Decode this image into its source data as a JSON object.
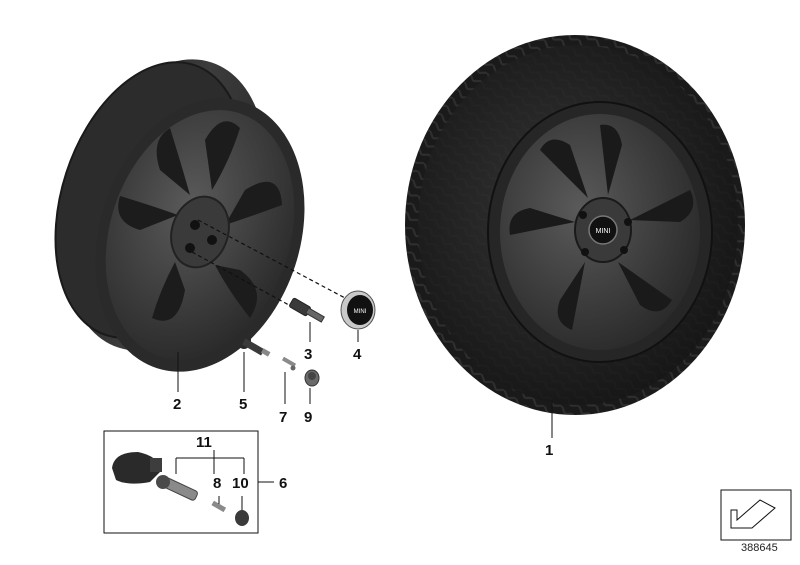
{
  "diagram": {
    "callouts": {
      "complete_wheel": "1",
      "rim": "2",
      "wheel_bolt": "3",
      "hub_cap": "4",
      "valve": "5",
      "tpms_kit": "6",
      "valve_insert": "7",
      "valve_insert_kit": "8",
      "valve_cap": "9",
      "valve_cap_kit": "10",
      "tpms_sensor": "11"
    },
    "hub_logo_text": "MINI",
    "diagram_id": "388645",
    "colors": {
      "rim_dark": "#2b2b2b",
      "rim_mid": "#444444",
      "tire": "#1e1e1e",
      "line": "#111111"
    }
  }
}
